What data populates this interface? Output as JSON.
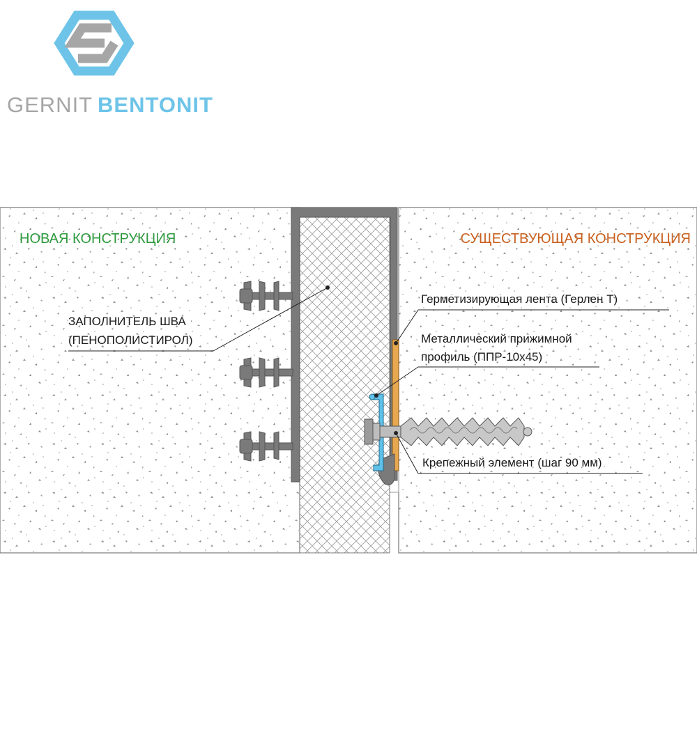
{
  "brand": {
    "name_part1": "GERNIT",
    "name_part2": "BENTONIT"
  },
  "titles": {
    "new_structure": "НОВАЯ КОНСТРУКЦИЯ",
    "existing_structure": "СУЩЕСТВУЮЩАЯ КОНСТРУКЦИЯ"
  },
  "labels": {
    "filler_line1": "ЗАПОЛНИТЕЛЬ  ШВА",
    "filler_line2": "(ПЕНОПОЛИСТИРОЛ)",
    "sealing_tape": "Герметизирующая лента  (Герлен Т)",
    "profile_line1": "Металлический прижимной",
    "profile_line2": "профиль  (ППР-10х45)",
    "fastener": "Крепежный элемент (шаг 90 мм)"
  },
  "colors": {
    "new_title": "#2e9a3e",
    "existing_title": "#c9601f",
    "logo_gray": "#a6a6a6",
    "logo_blue": "#6ec4e8",
    "profile_blue": "#5fc0e8",
    "tape_orange": "#e7a84f",
    "waterstop_gray": "#7a7a7a"
  }
}
